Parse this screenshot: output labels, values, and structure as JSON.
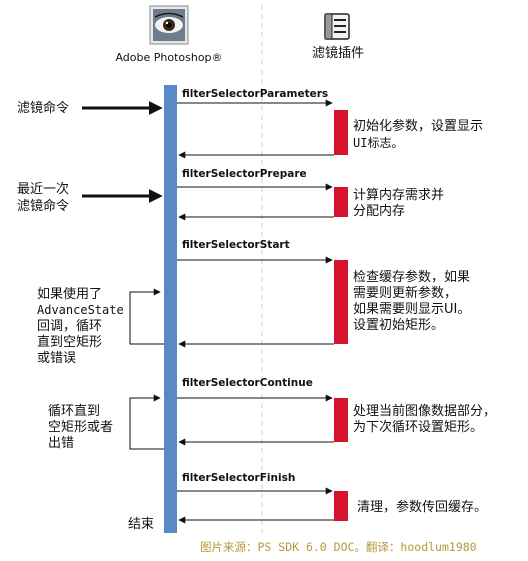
{
  "actors": {
    "left": {
      "label": "Adobe Photoshop®",
      "icon": "photoshop-eye-icon"
    },
    "right": {
      "label": "滤镜插件",
      "icon": "filter-plugin-icon"
    }
  },
  "side_labels": {
    "filter_command": "滤镜命令",
    "recent_filter_l1": "最近一次",
    "recent_filter_l2": "滤镜命令",
    "end": "结束"
  },
  "messages": {
    "parameters": "filterSelectorParameters",
    "prepare": "filterSelectorPrepare",
    "start": "filterSelectorStart",
    "continue": "filterSelectorContinue",
    "finish": "filterSelectorFinish"
  },
  "plugin_notes": {
    "parameters_l1": "初始化参数，设置显示",
    "parameters_l2": "UI标志。",
    "prepare_l1": "计算内存需求并",
    "prepare_l2": "分配内存",
    "start_l1": "检查缓存参数，如果",
    "start_l2": "需要则更新参数，",
    "start_l3": "如果需要则显示UI。",
    "start_l4": "设置初始矩形。",
    "continue_l1": "处理当前图像数据部分，",
    "continue_l2": "为下次循环设置矩形。",
    "finish_l1": "清理，参数传回缓存。"
  },
  "loop_notes": {
    "advance_l1": "如果使用了",
    "advance_l2": "AdvanceState",
    "advance_l3": "回调，循环",
    "advance_l4": "直到空矩形",
    "advance_l5": "或错误",
    "continue_l1": "循环直到",
    "continue_l2": "空矩形或者",
    "continue_l3": "出错"
  },
  "caption": "图片来源：PS SDK 6.0 DOC。翻译：hoodlum1980",
  "colors": {
    "photoshop_bar": "#5b88c6",
    "plugin_block": "#d8132e",
    "caption": "#b49a3a",
    "line": "#111111"
  }
}
